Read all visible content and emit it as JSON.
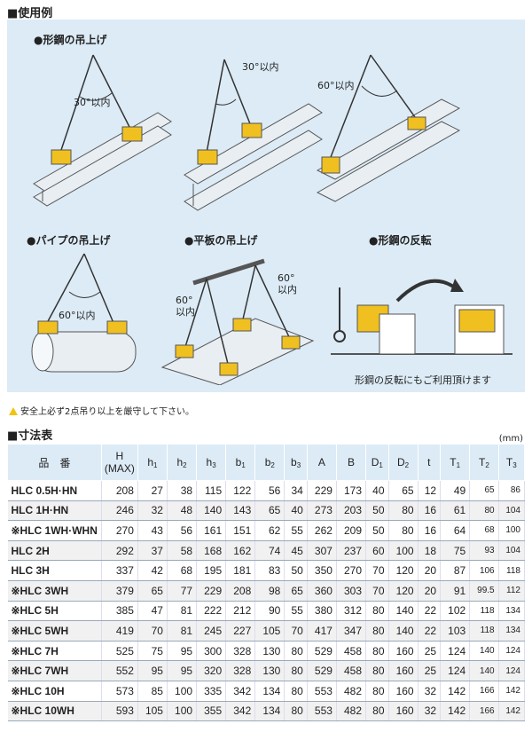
{
  "usage": {
    "title": "■使用例",
    "panels": [
      {
        "label": "●形鋼の吊上げ",
        "angle": "30°以内"
      },
      {
        "label": "",
        "angle": "30°以内"
      },
      {
        "label": "",
        "angle": "60°以内"
      },
      {
        "label": "●パイプの吊上げ",
        "angle": "60°以内"
      },
      {
        "label": "●平板の吊上げ",
        "angle_left": "60°",
        "angle_left2": "以内",
        "angle_right": "60°",
        "angle_right2": "以内"
      },
      {
        "label": "●形鋼の反転",
        "caption": "形鋼の反転にもご利用頂けます"
      }
    ]
  },
  "note": "安全上必ず2点吊り以上を厳守して下さい。",
  "dimensions": {
    "title": "■寸法表",
    "unit": "(mm)",
    "headers": [
      "品　番",
      "H",
      "(MAX)",
      "h",
      "h",
      "h",
      "b",
      "b",
      "b",
      "A",
      "B",
      "D",
      "D",
      "t",
      "T",
      "T",
      "T"
    ],
    "header_subs": [
      "",
      "",
      "",
      "1",
      "2",
      "3",
      "1",
      "2",
      "3",
      "",
      "",
      "1",
      "2",
      "",
      "1",
      "2",
      "3"
    ],
    "rows": [
      [
        "HLC 0.5H·HN",
        "208",
        "27",
        "38",
        "115",
        "122",
        "56",
        "34",
        "229",
        "173",
        "40",
        "65",
        "12",
        "49",
        "65",
        "86"
      ],
      [
        "HLC 1H·HN",
        "246",
        "32",
        "48",
        "140",
        "143",
        "65",
        "40",
        "273",
        "203",
        "50",
        "80",
        "16",
        "61",
        "80",
        "104"
      ],
      [
        "※HLC 1WH·WHN",
        "270",
        "43",
        "56",
        "161",
        "151",
        "62",
        "55",
        "262",
        "209",
        "50",
        "80",
        "16",
        "64",
        "68",
        "100"
      ],
      [
        "HLC 2H",
        "292",
        "37",
        "58",
        "168",
        "162",
        "74",
        "45",
        "307",
        "237",
        "60",
        "100",
        "18",
        "75",
        "93",
        "104"
      ],
      [
        "HLC 3H",
        "337",
        "42",
        "68",
        "195",
        "181",
        "83",
        "50",
        "350",
        "270",
        "70",
        "120",
        "20",
        "87",
        "106",
        "118"
      ],
      [
        "※HLC 3WH",
        "379",
        "65",
        "77",
        "229",
        "208",
        "98",
        "65",
        "360",
        "303",
        "70",
        "120",
        "20",
        "91",
        "99.5",
        "112"
      ],
      [
        "※HLC 5H",
        "385",
        "47",
        "81",
        "222",
        "212",
        "90",
        "55",
        "380",
        "312",
        "80",
        "140",
        "22",
        "102",
        "118",
        "134"
      ],
      [
        "※HLC 5WH",
        "419",
        "70",
        "81",
        "245",
        "227",
        "105",
        "70",
        "417",
        "347",
        "80",
        "140",
        "22",
        "103",
        "118",
        "134"
      ],
      [
        "※HLC 7H",
        "525",
        "75",
        "95",
        "300",
        "328",
        "130",
        "80",
        "529",
        "458",
        "80",
        "160",
        "25",
        "124",
        "140",
        "124"
      ],
      [
        "※HLC 7WH",
        "552",
        "95",
        "95",
        "320",
        "328",
        "130",
        "80",
        "529",
        "458",
        "80",
        "160",
        "25",
        "124",
        "140",
        "124"
      ],
      [
        "※HLC 10H",
        "573",
        "85",
        "100",
        "335",
        "342",
        "134",
        "80",
        "553",
        "482",
        "80",
        "160",
        "32",
        "142",
        "166",
        "142"
      ],
      [
        "※HLC 10WH",
        "593",
        "105",
        "100",
        "355",
        "342",
        "134",
        "80",
        "553",
        "482",
        "80",
        "160",
        "32",
        "142",
        "166",
        "142"
      ]
    ]
  }
}
